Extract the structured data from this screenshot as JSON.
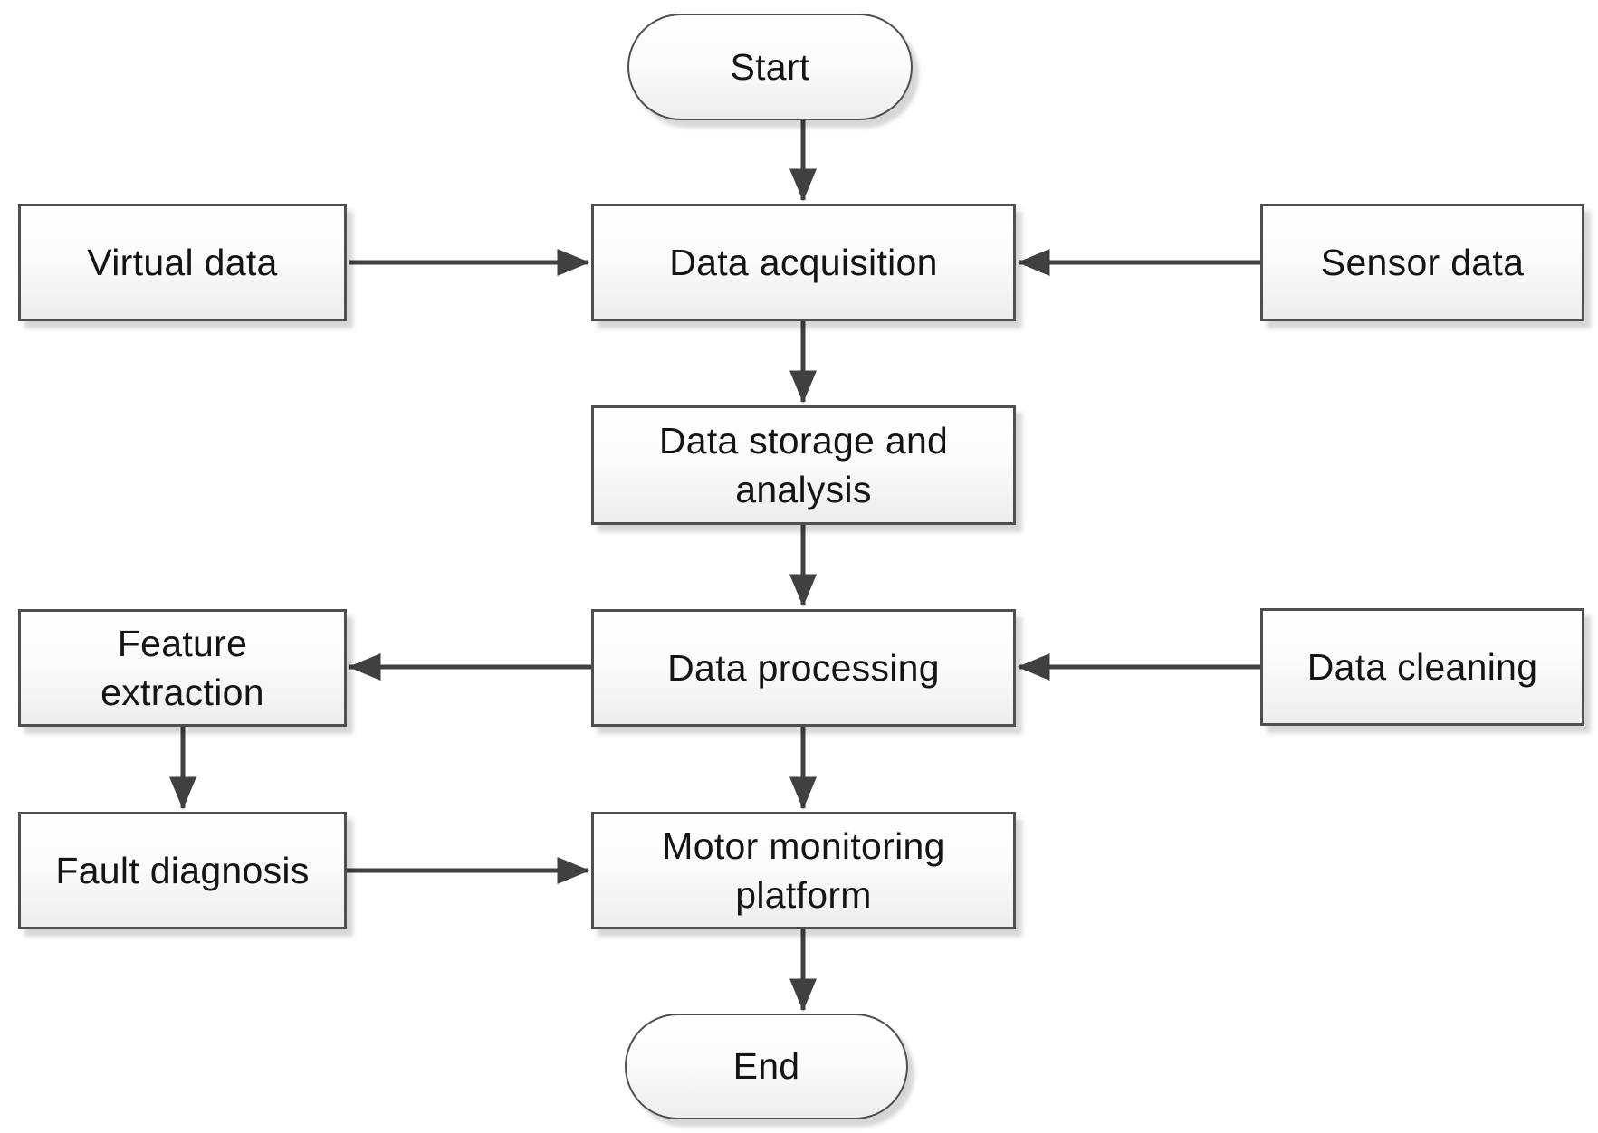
{
  "diagram_type": "flowchart",
  "colors": {
    "page_bg": "#ffffff",
    "node_border": "#4f4f4f",
    "arrow_color": "#404040",
    "text_color": "#141414",
    "node_fill_top": "#ffffff",
    "node_fill_bottom": "#ededed"
  },
  "nodes": {
    "start": {
      "label": "Start",
      "shape": "terminator"
    },
    "virtual_data": {
      "label": "Virtual data",
      "shape": "process"
    },
    "data_acquisition": {
      "label": "Data acquisition",
      "shape": "process"
    },
    "sensor_data": {
      "label": "Sensor data",
      "shape": "process"
    },
    "data_storage": {
      "label": "Data storage and\nanalysis",
      "shape": "process"
    },
    "feature_extraction": {
      "label": "Feature\nextraction",
      "shape": "process"
    },
    "data_processing": {
      "label": "Data processing",
      "shape": "process"
    },
    "data_cleaning": {
      "label": "Data cleaning",
      "shape": "process"
    },
    "fault_diagnosis": {
      "label": "Fault diagnosis",
      "shape": "process"
    },
    "motor_monitoring": {
      "label": "Motor monitoring\nplatform",
      "shape": "process"
    },
    "end": {
      "label": "End",
      "shape": "terminator"
    }
  },
  "edges": [
    {
      "from": "Start",
      "to": "Data acquisition"
    },
    {
      "from": "Virtual data",
      "to": "Data acquisition"
    },
    {
      "from": "Sensor data",
      "to": "Data acquisition"
    },
    {
      "from": "Data acquisition",
      "to": "Data storage and analysis"
    },
    {
      "from": "Data storage and analysis",
      "to": "Data processing"
    },
    {
      "from": "Data cleaning",
      "to": "Data processing"
    },
    {
      "from": "Data processing",
      "to": "Feature extraction"
    },
    {
      "from": "Data processing",
      "to": "Motor monitoring platform"
    },
    {
      "from": "Feature extraction",
      "to": "Fault diagnosis"
    },
    {
      "from": "Fault diagnosis",
      "to": "Motor monitoring platform"
    },
    {
      "from": "Motor monitoring platform",
      "to": "End"
    }
  ]
}
